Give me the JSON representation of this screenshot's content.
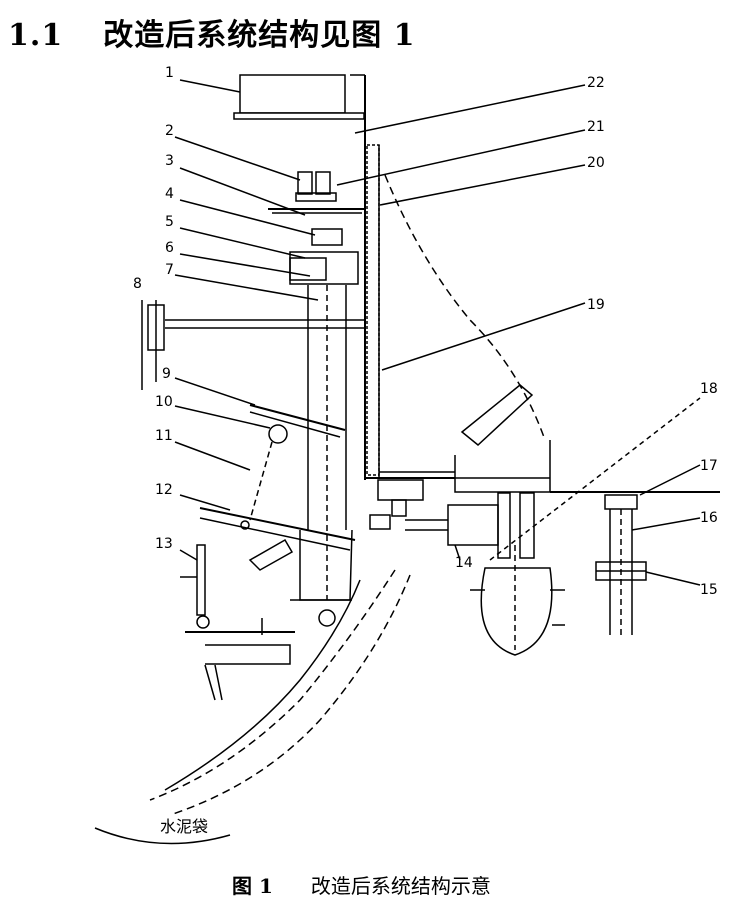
{
  "heading": {
    "number": "1.1",
    "text": "改造后系统结构见图 1"
  },
  "figure": {
    "labels": [
      "1",
      "2",
      "3",
      "4",
      "5",
      "6",
      "7",
      "8",
      "9",
      "10",
      "11",
      "12",
      "13",
      "14",
      "15",
      "16",
      "17",
      "18",
      "19",
      "20",
      "21",
      "22"
    ],
    "bag_label": "水泥袋"
  },
  "caption": {
    "figure_no": "图 1",
    "text": "改造后系统结构示意"
  }
}
